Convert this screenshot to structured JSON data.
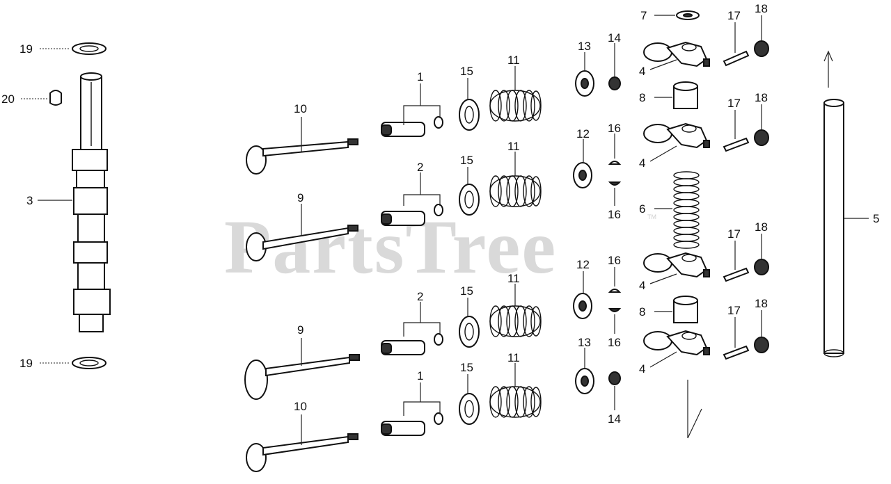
{
  "watermark": {
    "text": "PartsTree",
    "tm": "TM"
  },
  "callouts": {
    "c1a": "1",
    "c1b": "1",
    "c2a": "2",
    "c2b": "2",
    "c3": "3",
    "c4a": "4",
    "c4b": "4",
    "c4c": "4",
    "c4d": "4",
    "c5": "5",
    "c6": "6",
    "c7": "7",
    "c8a": "8",
    "c8b": "8",
    "c9a": "9",
    "c9b": "9",
    "c10a": "10",
    "c10b": "10",
    "c11a": "11",
    "c11b": "11",
    "c11c": "11",
    "c11d": "11",
    "c12a": "12",
    "c12b": "12",
    "c13a": "13",
    "c13b": "13",
    "c14a": "14",
    "c14b": "14",
    "c15a": "15",
    "c15b": "15",
    "c15c": "15",
    "c15d": "15",
    "c16a": "16",
    "c16b": "16",
    "c16c": "16",
    "c16d": "16",
    "c17a": "17",
    "c17b": "17",
    "c17c": "17",
    "c17d": "17",
    "c18a": "18",
    "c18b": "18",
    "c18c": "18",
    "c18d": "18",
    "c19a": "19",
    "c19b": "19",
    "c20": "20"
  }
}
